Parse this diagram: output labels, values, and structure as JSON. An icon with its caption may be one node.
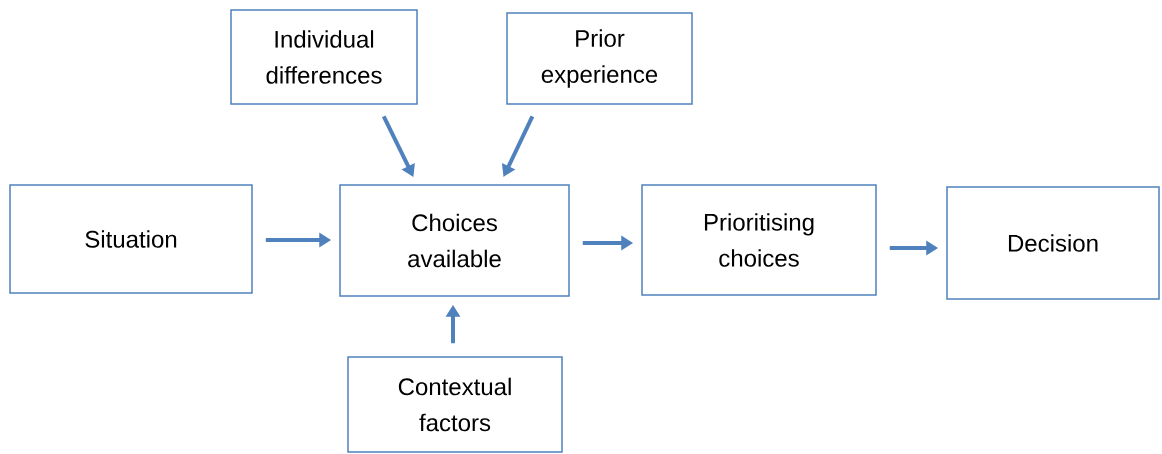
{
  "diagram": {
    "nodes": [
      {
        "text": [
          "Individual differences"
        ]
      },
      {
        "text": [
          "Prior experience"
        ]
      },
      {
        "text": [
          "Situation"
        ]
      },
      {
        "text": [
          "Choices available"
        ]
      },
      {
        "text": [
          "Prioritising choices"
        ]
      },
      {
        "text": [
          "Decision"
        ]
      },
      {
        "text": [
          "Contextual factors"
        ]
      }
    ],
    "edges": [
      {
        "from": 0,
        "to": 3,
        "arrow": "to"
      },
      {
        "from": 1,
        "to": 3,
        "arrow": "to"
      },
      {
        "from": 2,
        "to": 3,
        "arrow": "to"
      },
      {
        "from": 6,
        "to": 3,
        "arrow": "to"
      },
      {
        "from": 3,
        "to": 4,
        "arrow": "to"
      },
      {
        "from": 4,
        "to": 5,
        "arrow": "to"
      }
    ]
  }
}
